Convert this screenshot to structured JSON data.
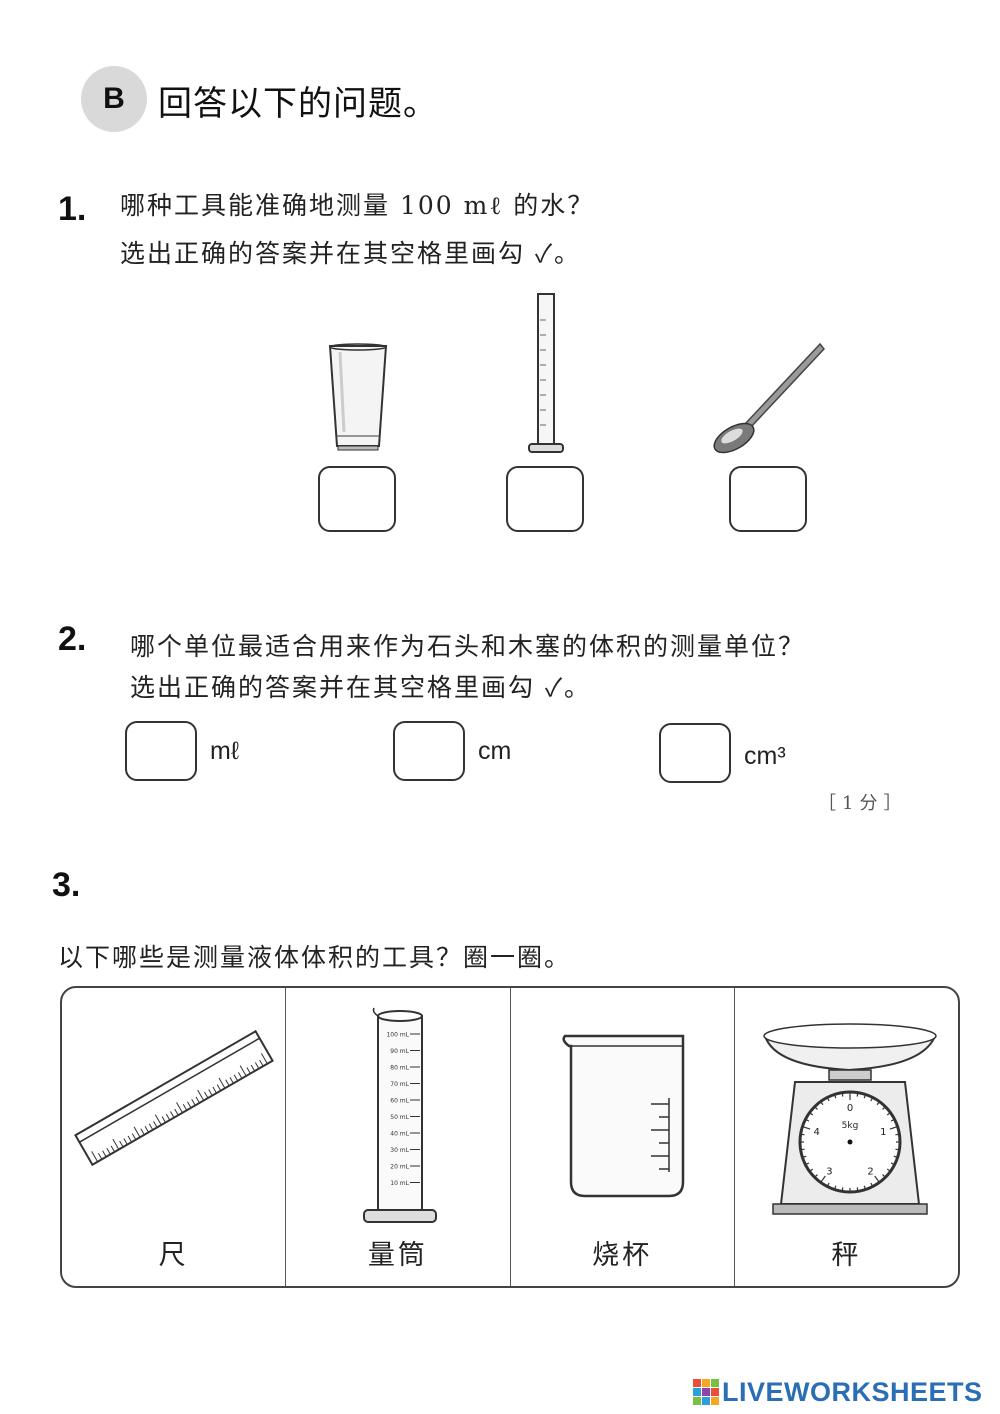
{
  "section": {
    "badge": "B",
    "title": "回答以下的问题。"
  },
  "q1": {
    "number": "1.",
    "line1": "哪种工具能准确地测量 100 mℓ 的水？",
    "line2": "选出正确的答案并在其空格里画勾 ✓。",
    "tools": [
      "glass-cup",
      "measuring-cylinder",
      "spoon"
    ]
  },
  "q2": {
    "number": "2.",
    "line1": "哪个单位最适合用来作为石头和木塞的体积的测量单位？",
    "line2": "选出正确的答案并在其空格里画勾 ✓。",
    "options": [
      "mℓ",
      "cm",
      "cm³"
    ],
    "marks": "［1分］"
  },
  "q3": {
    "number": "3.",
    "prompt": "以下哪些是测量液体体积的工具？圈一圈。",
    "items": [
      "尺",
      "量筒",
      "烧杯",
      "秤"
    ],
    "cylinder_scale": [
      "100 mL",
      "90 mL",
      "80 mL",
      "70 mL",
      "60 mL",
      "50 mL",
      "40 mL",
      "30 mL",
      "20 mL",
      "10 mL"
    ],
    "scale_dial": {
      "unit": "5kg",
      "marks": [
        "0",
        "1",
        "2",
        "3",
        "4"
      ]
    }
  },
  "footer": {
    "brand": "LIVEWORKSHEETS"
  },
  "colors": {
    "badge_bg": "#d9d9d9",
    "brand_blue": "#2a6eb3"
  }
}
